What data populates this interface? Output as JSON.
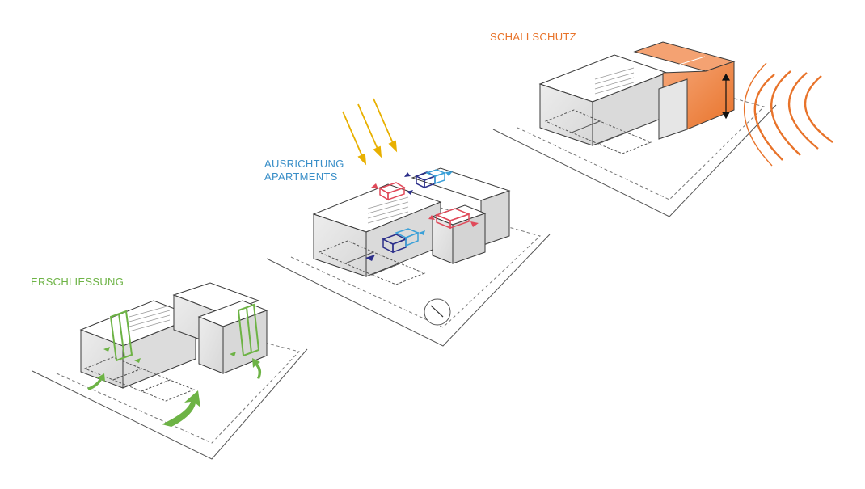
{
  "labels": {
    "schallschutz": "SCHALLSCHUTZ",
    "ausrichtung_line1": "AUSRICHTUNG",
    "ausrichtung_line2": "APARTMENTS",
    "erschliessung": "ERSCHLIESSUNG"
  },
  "colors": {
    "schallschutz": "#e8732a",
    "ausrichtung": "#3a8fc8",
    "erschliessung": "#6db345",
    "sun_rays": "#e8b000",
    "unit_red": "#e04a5a",
    "unit_navy": "#2c2f8a",
    "unit_blue": "#3aa0d8",
    "building_face": "#e6e6e6",
    "building_top": "#ffffff",
    "outline": "#3a3a3a"
  }
}
